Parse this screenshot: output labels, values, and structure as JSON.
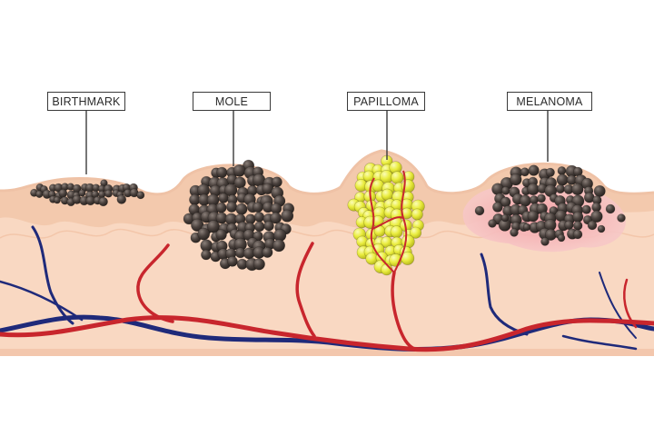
{
  "labels": {
    "birthmark": "BIRTHMARK",
    "mole": "MOLE",
    "papilloma": "PAPILLOMA",
    "melanoma": "MELANOMA"
  },
  "colors": {
    "epidermis_top": "#f6dccd",
    "epidermis_band": "#f1c5a7",
    "dermis": "#f9d9c3",
    "subcutis": "#f8cdb2",
    "cell_dark": "#3b3431",
    "cell_yellow": "#eef04a",
    "artery": "#c8262d",
    "vein": "#1f2a7a",
    "melanoma_halo": "#f5b3b7",
    "label_border": "#3a3a3a"
  }
}
